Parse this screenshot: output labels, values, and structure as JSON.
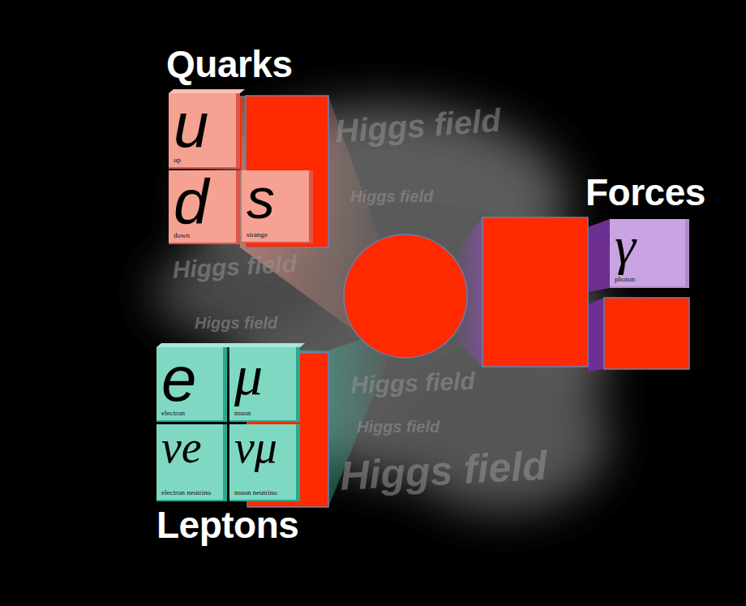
{
  "diagram": {
    "nodes": [
      {
        "text": [
          "u",
          "up"
        ]
      },
      {
        "text": [
          "d",
          "down"
        ]
      },
      {
        "text": [
          "s",
          "strange"
        ]
      },
      {
        "text": [
          "e",
          "electron"
        ]
      },
      {
        "text": [
          "μ",
          "muon"
        ]
      },
      {
        "text": [
          "νe",
          "electron neutrino"
        ]
      },
      {
        "text": [
          "νμ",
          "muon neutrino"
        ]
      },
      {
        "text": [
          "γ",
          "photon"
        ]
      }
    ],
    "labels": [
      "Quarks",
      "Forces",
      "Leptons",
      "Higgs field",
      "Higgs field",
      "Higgs field",
      "Higgs field",
      "Higgs field",
      "Higgs field",
      "Higgs field"
    ]
  }
}
